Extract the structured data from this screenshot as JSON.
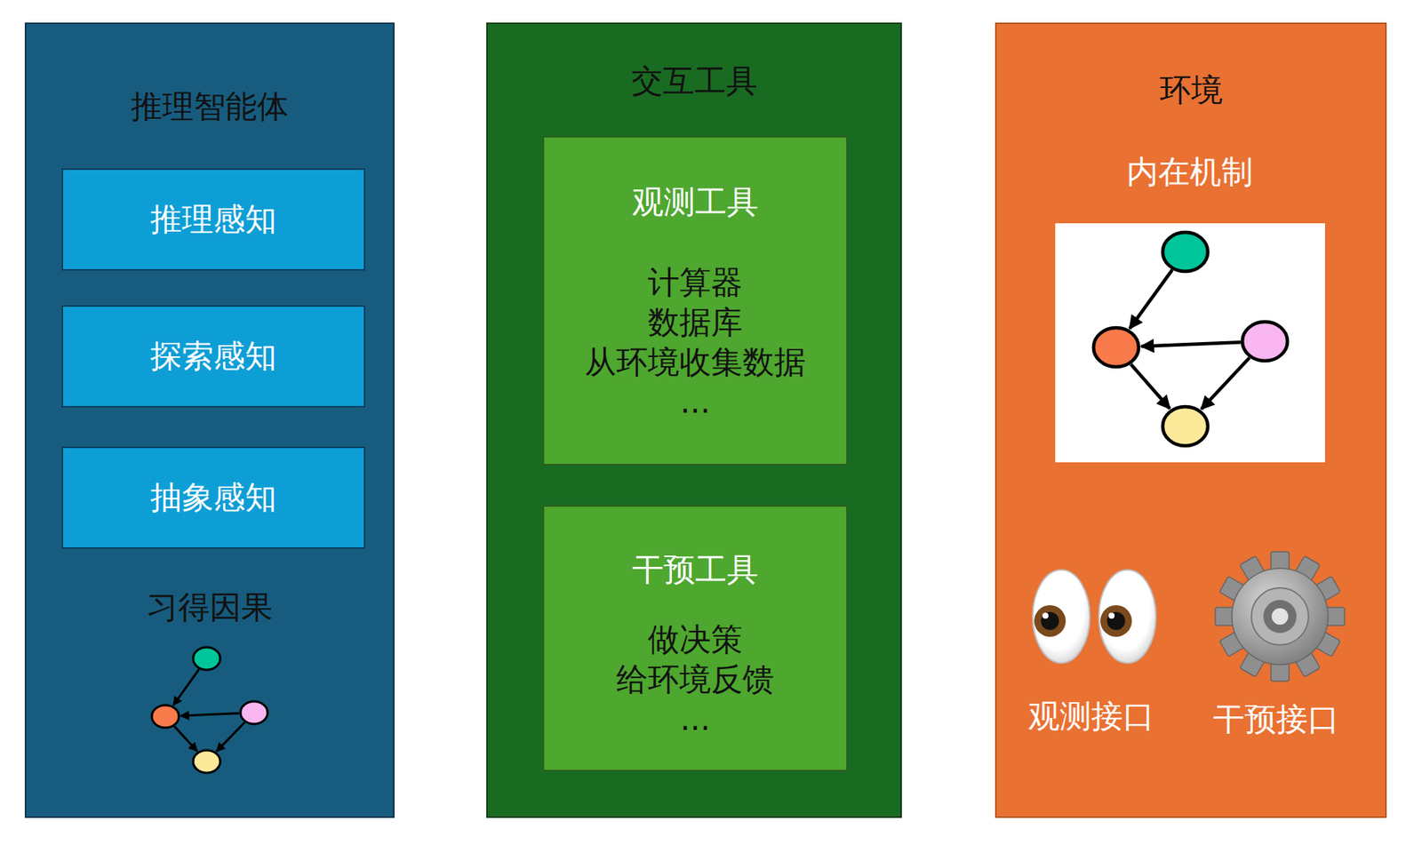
{
  "diagram": {
    "nodes": [
      {
        "text": [
          "推理智能体"
        ]
      },
      {
        "text": [
          "推理感知"
        ],
        "in": 0
      },
      {
        "text": [
          "探索感知"
        ],
        "in": 0
      },
      {
        "text": [
          "抽象感知"
        ],
        "in": 0
      },
      {
        "text": [
          "交互工具"
        ]
      },
      {
        "text": [
          "观测工具",
          "计算器 数据库 从环境收集数据 ..."
        ],
        "in": 4
      },
      {
        "text": [
          "干预工具",
          "做决策 给环境反馈 ..."
        ],
        "in": 4
      },
      {
        "text": [
          "环境"
        ]
      }
    ],
    "labels": [
      "习得因果",
      "内在机制",
      "观测接口",
      "干预接口"
    ]
  }
}
